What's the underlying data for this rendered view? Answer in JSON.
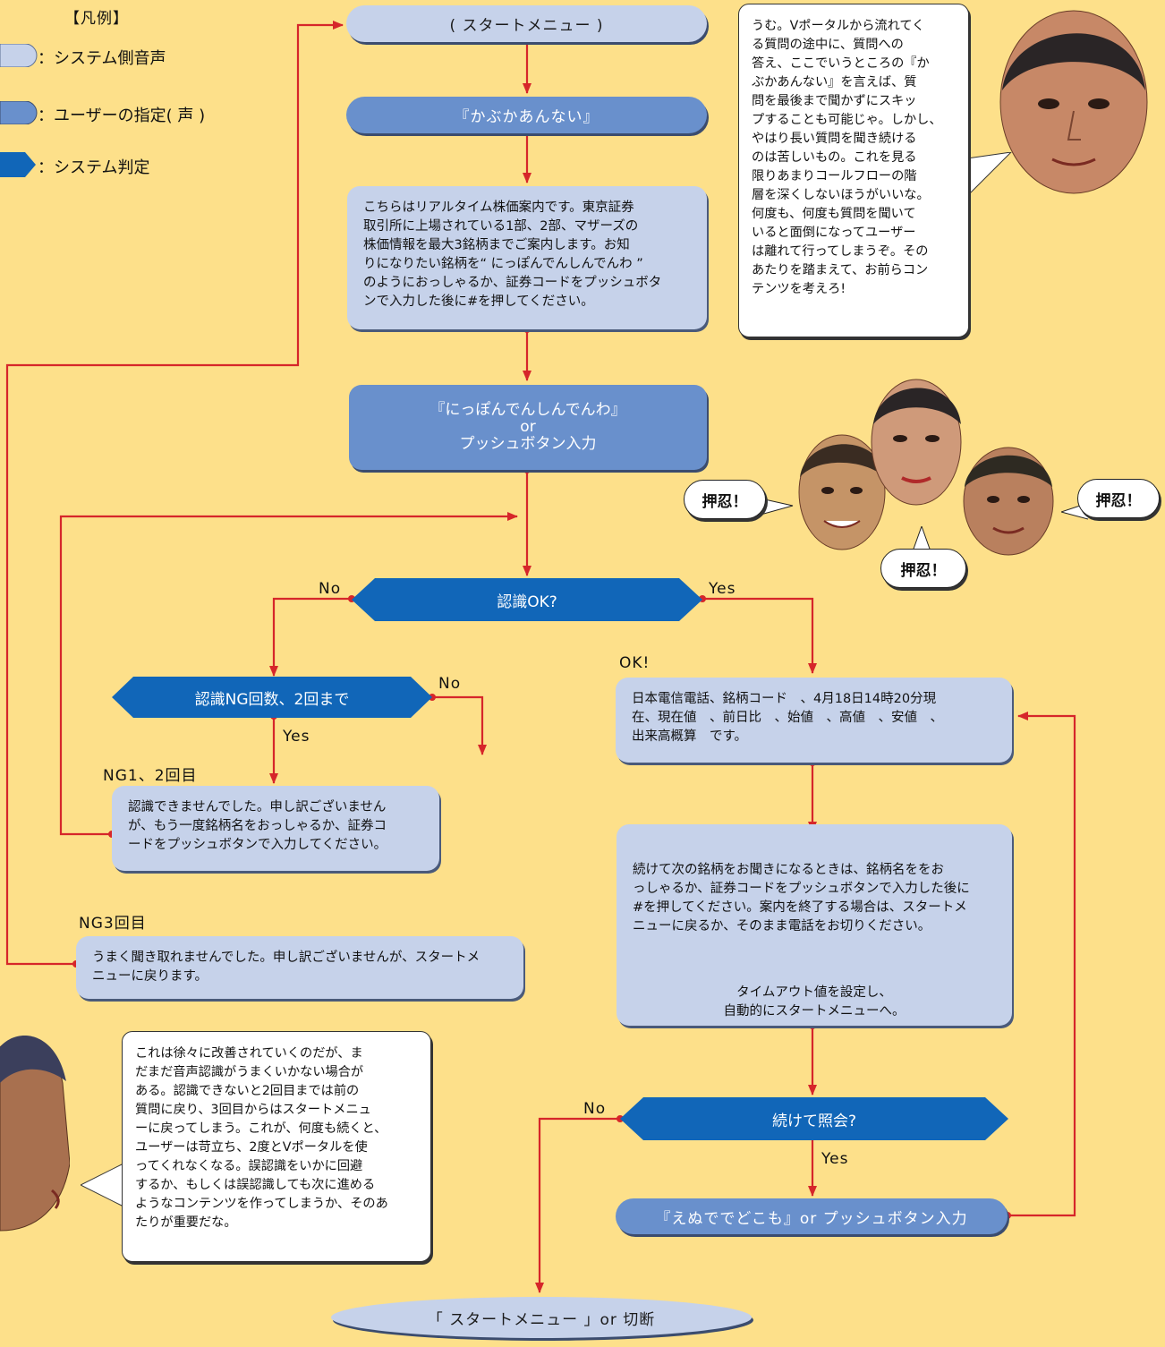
{
  "legend": {
    "title": "【凡例】",
    "system_voice": "：システム側音声",
    "user_input": "：ユーザーの指定( 声 )",
    "system_judge": "：システム判定"
  },
  "nodes": {
    "start_menu": "( スタートメニュー )",
    "kabuka_command": "『かぶかあんない』",
    "intro_text": "こちらはリアルタイム株価案内です。東京証券\n取引所に上場されている1部、2部、マザーズの\n株価情報を最大3銘柄までご案内します。お知\nりになりたい銘柄を“ にっぽんでんしんでんわ ”\nのようにおっしゃるか、証券コードをプッシュボタ\nンで入力した後に#を押してください。",
    "input_line1": "『にっぽんでんしんでんわ』",
    "input_line2": "or",
    "input_line3": "プッシュボタン入力",
    "recognized": "認識OK?",
    "ng_count": "認識NG回数、2回まで",
    "ng_retry_text": "認識できませんでした。申し訳ございません\nが、もう一度銘柄名をおっしゃるか、証券コ\nードをプッシュボタンで入力してください。",
    "ng3_text": "うまく聞き取れませんでした。申し訳ございませんが、スタートメ\nニューに戻ります。",
    "quote_text": "日本電信電話、銘柄コード　、4月18日14時20分現\n在、現在値　、前日比　、始値　、高値　、安値　、\n出来高概算　です。",
    "continue_text": "続けて次の銘柄をお聞きになるときは、銘柄名ををお\nっしゃるか、証券コードをプッシュボタンで入力した後に\n#を押してください。案内を終了する場合は、スタートメ\nニューに戻るか、そのまま電話をお切りください。",
    "timeout_text": "タイムアウト値を設定し、\n自動的にスタートメニューへ。",
    "continue_query": "続けて照会?",
    "ntt_docomo": "『えぬででどこも』or プッシュボタン入力",
    "end_node": "「 スタートメニュー 」or 切断"
  },
  "labels": {
    "no1": "No",
    "yes1": "Yes",
    "no2": "No",
    "yes2": "Yes",
    "ng12": "NG1、2回目",
    "ng3": "NG3回目",
    "ok": "OK!",
    "no3": "No",
    "yes3": "Yes"
  },
  "bubbles": {
    "top_right": "うむ。Vポータルから流れてく\nる質問の途中に、質問への\n答え、ここでいうところの『か\nぶかあんない』を言えば、質\n問を最後まで聞かずにスキッ\nプすることも可能じゃ。しかし、\nやはり長い質問を聞き続ける\nのは苦しいもの。これを見る\n限りあまりコールフローの階\n層を深くしないほうがいいな。\n何度も、何度も質問を聞いて\nいると面倒になってユーザー\nは離れて行ってしまうぞ。その\nあたりを踏まえて、お前らコン\nテンツを考えろ!",
    "bottom_left": "これは徐々に改善されていくのだが、ま\nだまだ音声認識がうまくいかない場合が\nある。認識できないと2回目までは前の\n質問に戻り、3回目からはスタートメニュ\nーに戻ってしまう。これが、何度も続くと、\nユーザーは苛立ち、2度とVポータルを使\nってくれなくなる。誤認識をいかに回避\nするか、もしくは誤認識しても次に進める\nようなコンテンツを作ってしまうか、そのあ\nたりが重要だな。",
    "oshi1": "押忍！",
    "oshi2": "押忍！",
    "oshi3": "押忍！"
  },
  "colors": {
    "background": "#fde08a",
    "system_voice": "#c6d2ea",
    "user_input": "#6990cc",
    "system_judge": "#1166b8",
    "arrow": "#d6262a"
  }
}
